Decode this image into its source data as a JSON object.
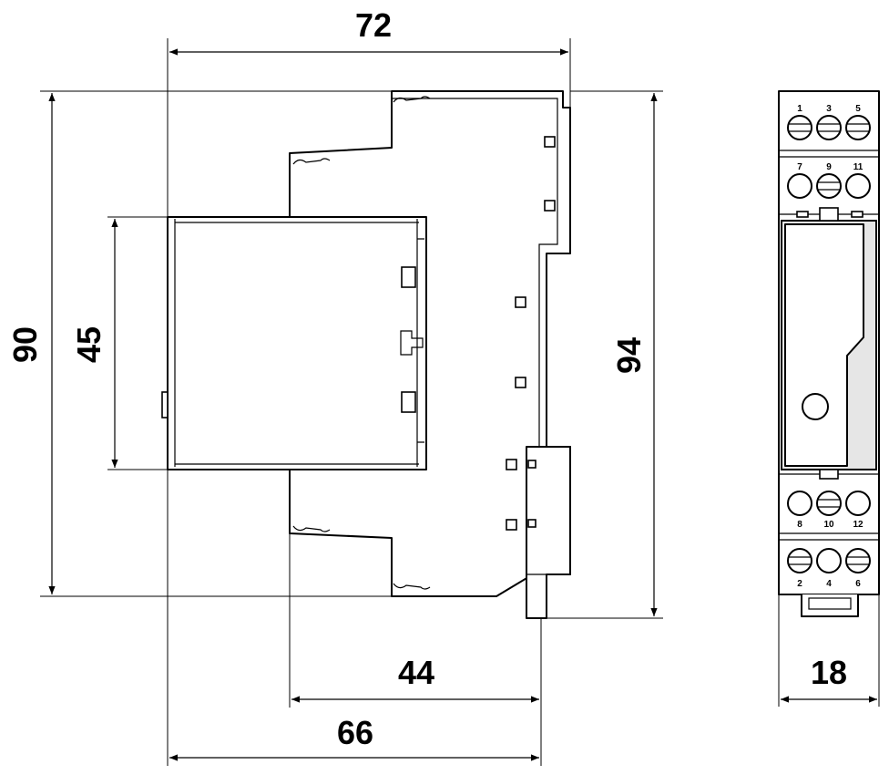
{
  "dimensions": {
    "width_total": "72",
    "height_total": "90",
    "front_height": "45",
    "rail_height": "94",
    "depth_front": "44",
    "depth_total": "66",
    "module_width": "18"
  },
  "terminals": {
    "top_row_1": [
      "1",
      "3",
      "5"
    ],
    "top_row_2": [
      "7",
      "9",
      "11"
    ],
    "bottom_row_1": [
      "8",
      "10",
      "12"
    ],
    "bottom_row_2": [
      "2",
      "4",
      "6"
    ]
  }
}
